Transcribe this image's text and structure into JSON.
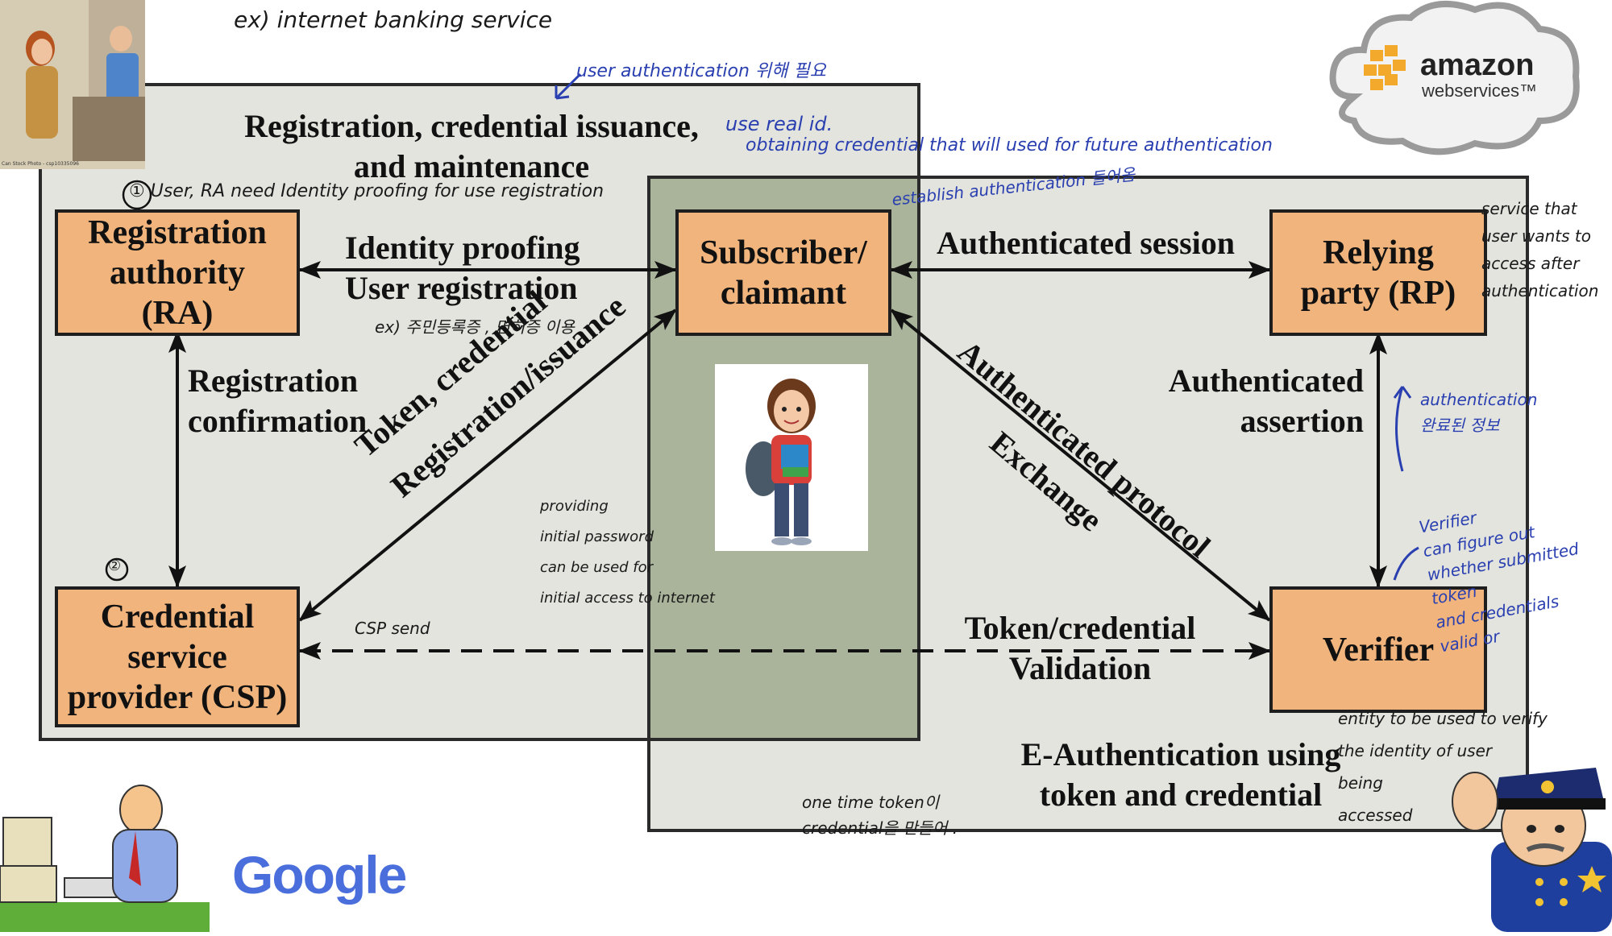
{
  "title_note": "ex) internet banking service",
  "regions": {
    "left_title": "Registration, credential issuance,\nand maintenance",
    "right_title": "E-Authentication using\ntoken and credential"
  },
  "nodes": {
    "ra": "Registration\nauthority\n(RA)",
    "subscriber": "Subscriber/\nclaimant",
    "rp": "Relying\nparty (RP)",
    "csp": "Credential\nservice\nprovider (CSP)",
    "verifier": "Verifier"
  },
  "edge_labels": {
    "identity_proofing": "Identity proofing",
    "user_registration": "User registration",
    "registration_confirmation": "Registration\nconfirmation",
    "token_credential": "Token, credential",
    "registration_issuance": "Registration/issuance",
    "authenticated_session": "Authenticated session",
    "authenticated_protocol": "Authenticated protocol",
    "exchange": "Exchange",
    "authenticated_assertion": "Authenticated\nassertion",
    "token_validation": "Token/credential\nValidation"
  },
  "annotations": {
    "user_auth": "user authentication 위해 필요",
    "use_real_id": "use real id.",
    "obtaining": "obtaining credential that will used for future authentication",
    "step1": "① User, RA need Identity proofing for use registration",
    "establish": "establish authentication 들어옴",
    "service_that": "service that\nuser wants to\naccess after\nauthentication",
    "korean_id": "ex) 주민등록증 , 면허증 이용",
    "auth_done": "authentication\n완료된 정보",
    "verifier_note": "Verifier\ncan figure out\nwhether submitted token\nand credentials\nvalid or",
    "providing": "providing\ninitial password\ncan be used for\ninitial access to internet",
    "csp_send": "CSP send",
    "step2": "②",
    "entity": "entity to be used to verify\nthe identity of user\nbeing\naccessed",
    "one_time": "one time token이\ncredential을 만들어 ."
  },
  "logos": {
    "amazon_main": "amazon",
    "amazon_sub": "webservices™",
    "google": "Google",
    "stock_caption": "Can Stock Photo - csp10335096"
  },
  "colors": {
    "region_bg": "#e3e4de",
    "overlap_bg": "#a9b49a",
    "node_fill": "#f0b47c",
    "ink_blue": "#2a3fb0"
  }
}
